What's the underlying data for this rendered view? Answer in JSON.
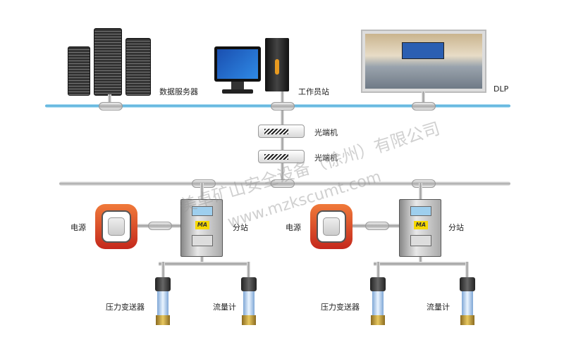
{
  "labels": {
    "data_server": "数据服务器",
    "workstation": "工作员站",
    "dlp": "DLP",
    "optical_1": "光端机",
    "optical_2": "光端机",
    "left": {
      "power": "电源",
      "substation": "分站",
      "pressure": "压力变送器",
      "flow": "流量计",
      "ma": "MA"
    },
    "right": {
      "power": "电源",
      "substation": "分站",
      "pressure": "压力变送器",
      "flow": "流量计",
      "ma": "MA"
    }
  },
  "watermark": {
    "company": "美卓矿山安全设备（徐州）有限公司",
    "url": "www.mzkscumt.com"
  }
}
